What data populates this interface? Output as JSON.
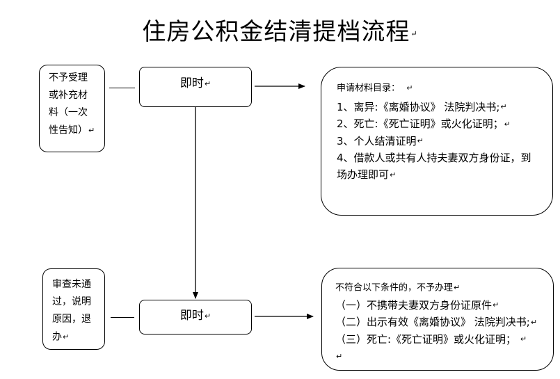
{
  "title": "住房公积金结清提档流程",
  "pilcrow": "↵",
  "top_left_note": [
    "不予受理",
    "或补充材",
    "料（一次",
    "性告知）"
  ],
  "top_center_label": "即时",
  "materials": {
    "heading": "申请材料目录：",
    "items": [
      "1、离异:《离婚协议》 法院判决书;",
      "2、死亡:《死亡证明》或火化证明；",
      "3、个人结清证明",
      "4、借款人或共有人持夫妻双方身份证，到",
      "场办理即可"
    ]
  },
  "bottom_left_note": [
    "审查未通",
    "过，说明",
    "原因，退",
    "办"
  ],
  "bottom_center_label": "即时",
  "conditions": {
    "heading": "不符合以下条件的，不予办理",
    "items": [
      "（一）不携带夫妻双方身份证原件",
      "（二）出示有效《离婚协议》 法院判决书;",
      "（三）死亡:《死亡证明》或火化证明；"
    ]
  }
}
